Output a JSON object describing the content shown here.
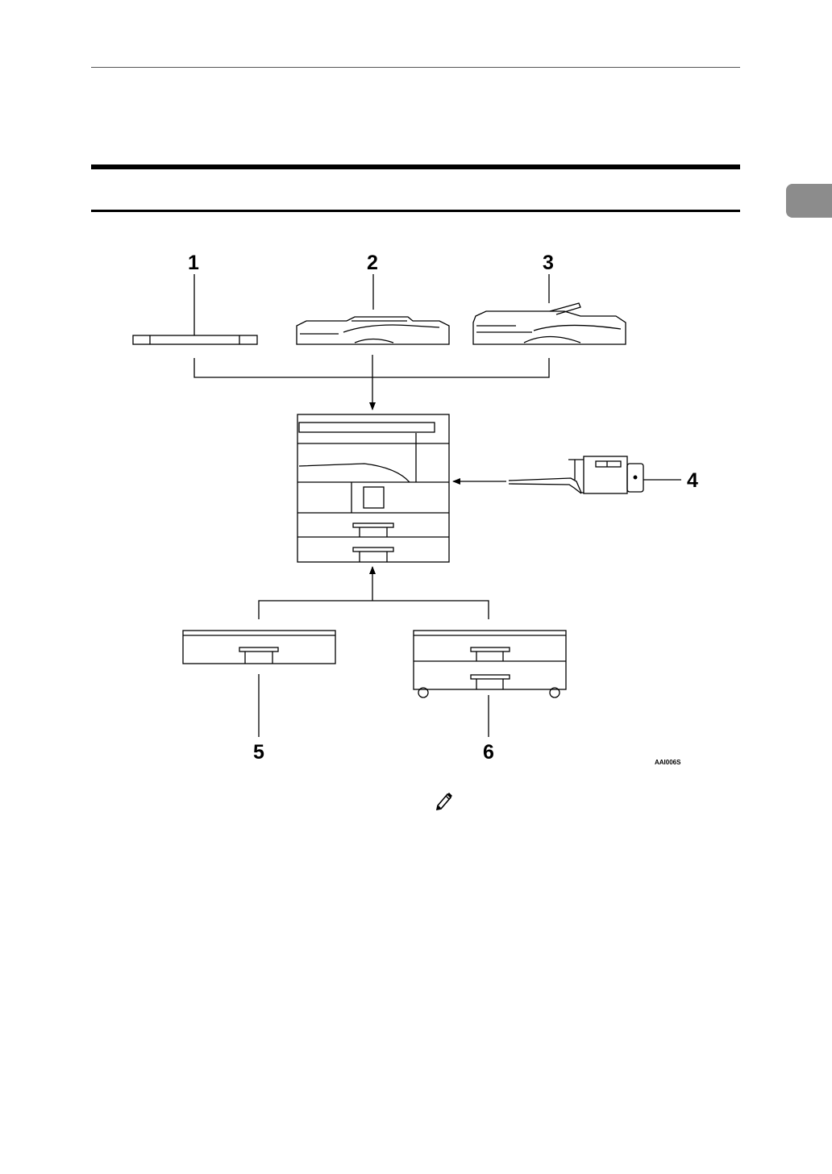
{
  "figure": {
    "callouts": [
      "1",
      "2",
      "3",
      "4",
      "5",
      "6"
    ],
    "figure_code": "AAI006S"
  },
  "icons": {
    "note": "pencil-note-icon"
  },
  "colors": {
    "chapter_tab": "#8c8c8c",
    "line": "#000000"
  }
}
